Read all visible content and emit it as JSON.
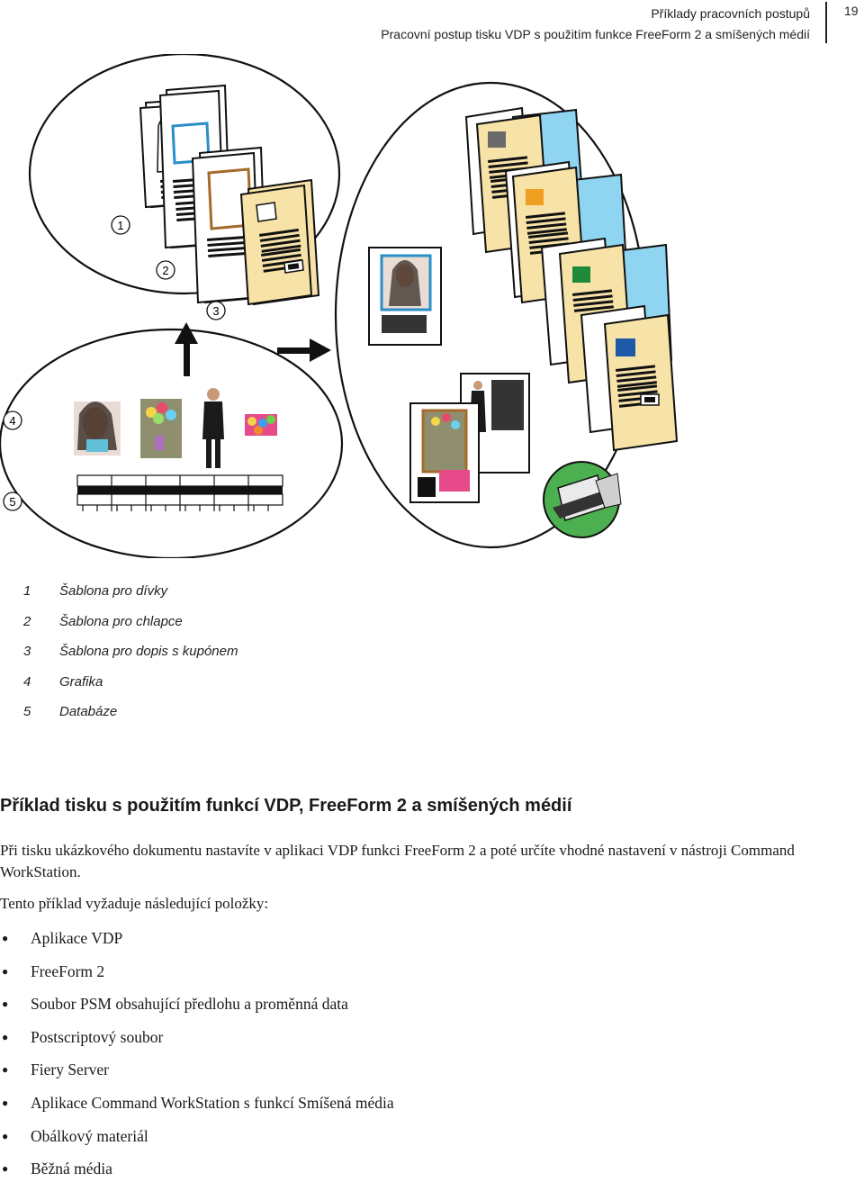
{
  "header": {
    "section": "Příklady pracovních postupů",
    "subsection": "Pracovní postup tisku VDP s použitím funkce FreeForm 2 a smíšených médií",
    "page_number": "19"
  },
  "figure": {
    "callouts": [
      "1",
      "2",
      "3",
      "4",
      "5"
    ]
  },
  "legend": [
    {
      "num": "1",
      "label": "Šablona pro dívky"
    },
    {
      "num": "2",
      "label": "Šablona pro chlapce"
    },
    {
      "num": "3",
      "label": "Šablona pro dopis s kupónem"
    },
    {
      "num": "4",
      "label": "Grafika"
    },
    {
      "num": "5",
      "label": "Databáze"
    }
  ],
  "section_title": "Příklad tisku s použitím funkcí VDP, FreeForm 2 a smíšených médií",
  "paragraphs": [
    "Při tisku ukázkového dokumentu nastavíte v aplikaci VDP funkci FreeForm 2 a poté určíte vhodné nastavení v nástroji Command WorkStation.",
    "Tento příklad vyžaduje následující položky:"
  ],
  "requirements": [
    "Aplikace VDP",
    "FreeForm 2",
    "Soubor PSM obsahující předlohu a proměnná data",
    "Postscriptový soubor",
    "Fiery Server",
    "Aplikace Command WorkStation s funkcí Smíšená média",
    "Obálkový materiál",
    "Běžná média"
  ],
  "colors": {
    "cream": "#f7e2a8",
    "light_blue": "#8fd4f0",
    "printer_green": "#4caf50",
    "frame_blue": "#2a8fc7",
    "frame_brown": "#a66a2a"
  }
}
